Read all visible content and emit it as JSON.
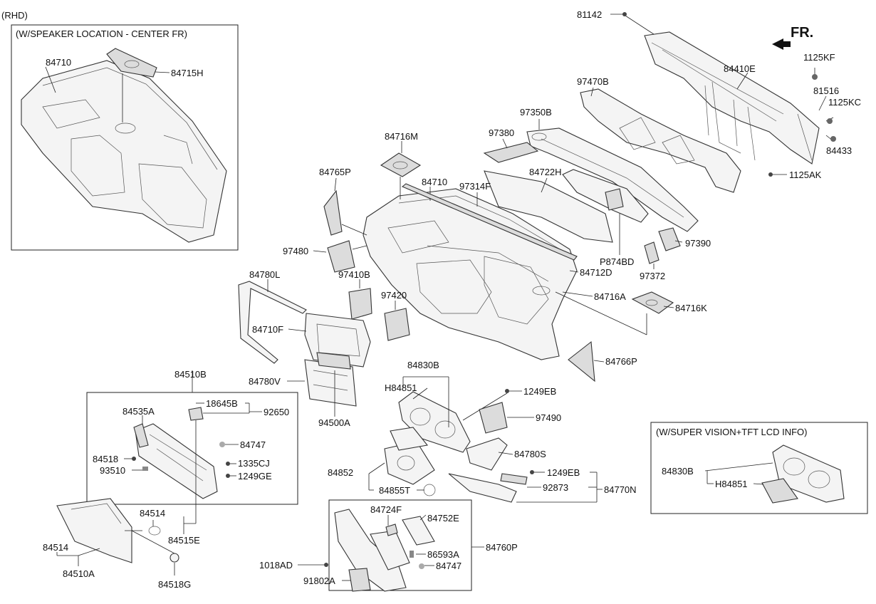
{
  "header": {
    "rhd": "(RHD)",
    "box_speaker_title": "(W/SPEAKER LOCATION - CENTER FR)",
    "box_tft_title": "(W/SUPER VISION+TFT LCD INFO)",
    "front_arrow_label": "FR."
  },
  "labels": {
    "l_81142": "81142",
    "l_84710_inset": "84710",
    "l_84715H": "84715H",
    "l_1125KF": "1125KF",
    "l_84410E": "84410E",
    "l_97470B": "97470B",
    "l_81516": "81516",
    "l_1125KC": "1125KC",
    "l_97350B": "97350B",
    "l_84433": "84433",
    "l_97380": "97380",
    "l_84716M": "84716M",
    "l_1125AK": "1125AK",
    "l_84765P": "84765P",
    "l_84710_main": "84710",
    "l_97314F": "97314F",
    "l_84722H": "84722H",
    "l_97390": "97390",
    "l_97480": "97480",
    "l_P874BD": "P874BD",
    "l_97372": "97372",
    "l_84712D": "84712D",
    "l_84780L": "84780L",
    "l_97410B": "97410B",
    "l_84716A": "84716A",
    "l_97420": "97420",
    "l_84716K": "84716K",
    "l_84710F": "84710F",
    "l_84766P": "84766P",
    "l_84780V": "84780V",
    "l_84830B_main": "84830B",
    "l_H84851_main": "H84851",
    "l_1249EB_top": "1249EB",
    "l_84510B": "84510B",
    "l_94500A": "94500A",
    "l_97490": "97490",
    "l_84535A": "84535A",
    "l_18645B": "18645B",
    "l_92650": "92650",
    "l_84747_box": "84747",
    "l_84518": "84518",
    "l_1335CJ": "1335CJ",
    "l_93510": "93510",
    "l_1249GE": "1249GE",
    "l_84780S": "84780S",
    "l_84852": "84852",
    "l_1249EB_bot": "1249EB",
    "l_92873": "92873",
    "l_84770N": "84770N",
    "l_84855T": "84855T",
    "l_84830B_tft": "84830B",
    "l_H84851_tft": "H84851",
    "l_84514_right": "84514",
    "l_84724F": "84724F",
    "l_84752E": "84752E",
    "l_84515E": "84515E",
    "l_84514_left": "84514",
    "l_86593A": "86593A",
    "l_84760P": "84760P",
    "l_1018AD": "1018AD",
    "l_84747_bot": "84747",
    "l_84510A": "84510A",
    "l_84518G": "84518G",
    "l_91802A": "91802A"
  }
}
